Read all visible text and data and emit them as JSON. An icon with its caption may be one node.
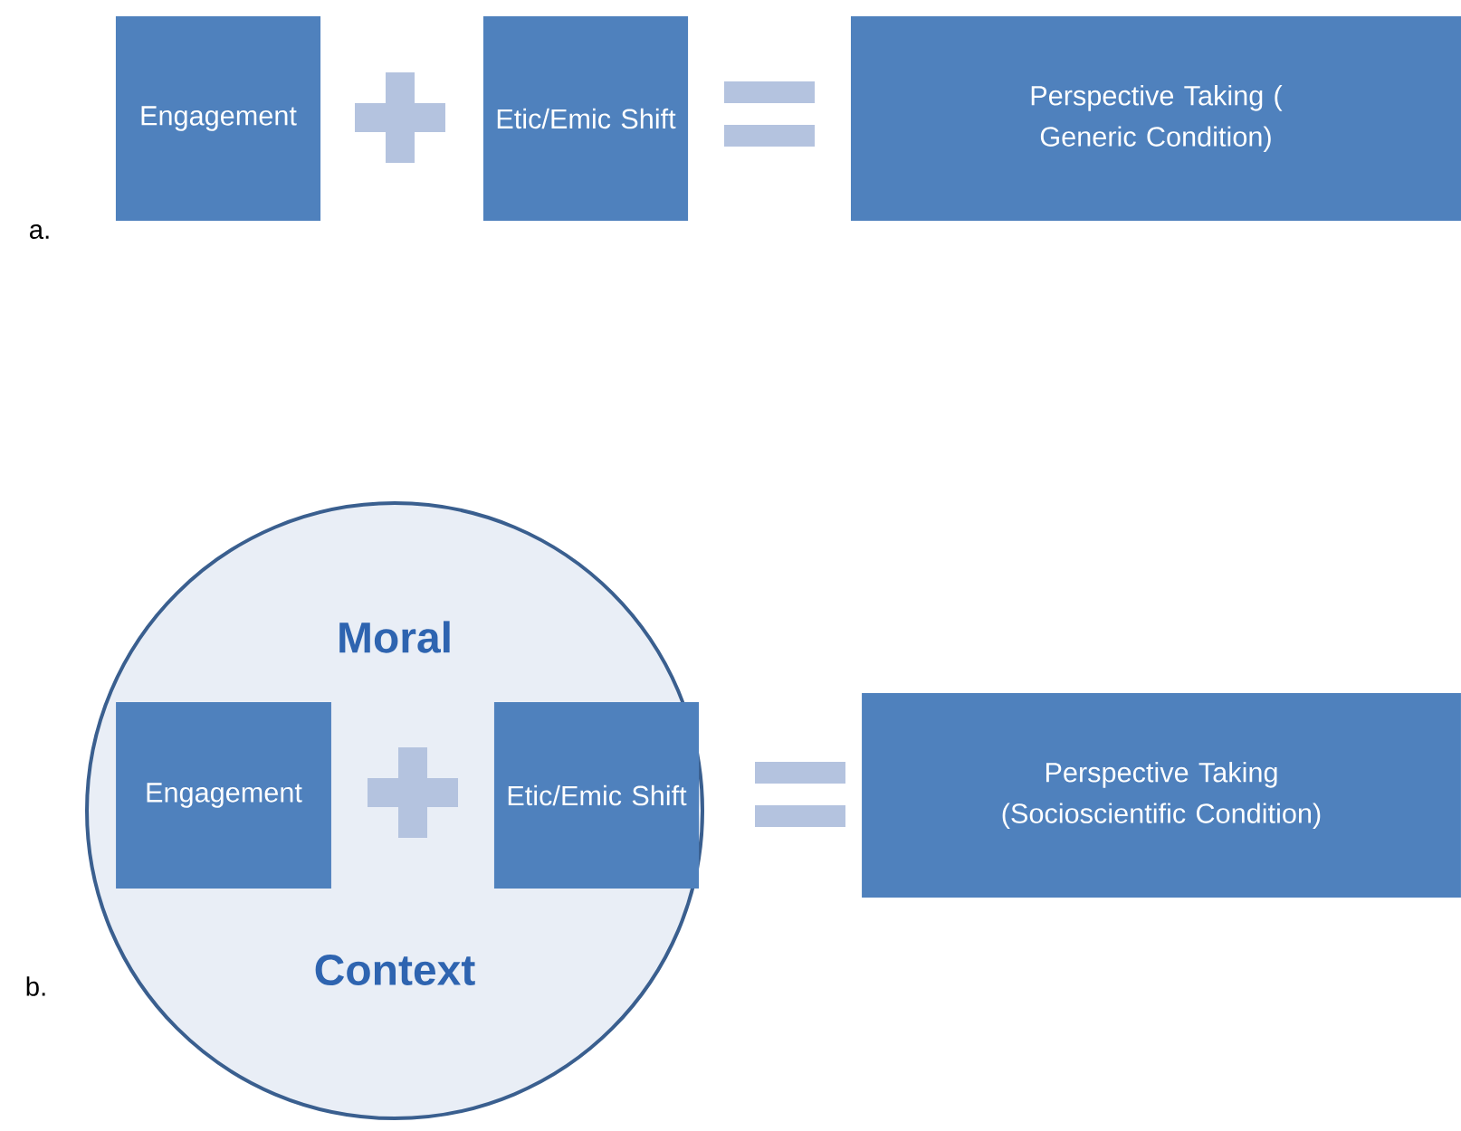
{
  "diagram": {
    "nodes": [
      {
        "text": [
          "Engagement"
        ]
      },
      {
        "text": [
          "Etic/Emic Shift"
        ]
      },
      {
        "text": [
          "Perspective Taking ( Generic Condition)"
        ]
      },
      {
        "text": [
          "Moral",
          "Context"
        ]
      },
      {
        "text": [
          "Engagement"
        ],
        "in": 3
      },
      {
        "text": [
          "Etic/Emic Shift"
        ],
        "in": 3
      },
      {
        "text": [
          "Perspective Taking (Socioscientific Condition)"
        ]
      }
    ],
    "edges": [],
    "labels": [
      "a.",
      "b."
    ]
  }
}
